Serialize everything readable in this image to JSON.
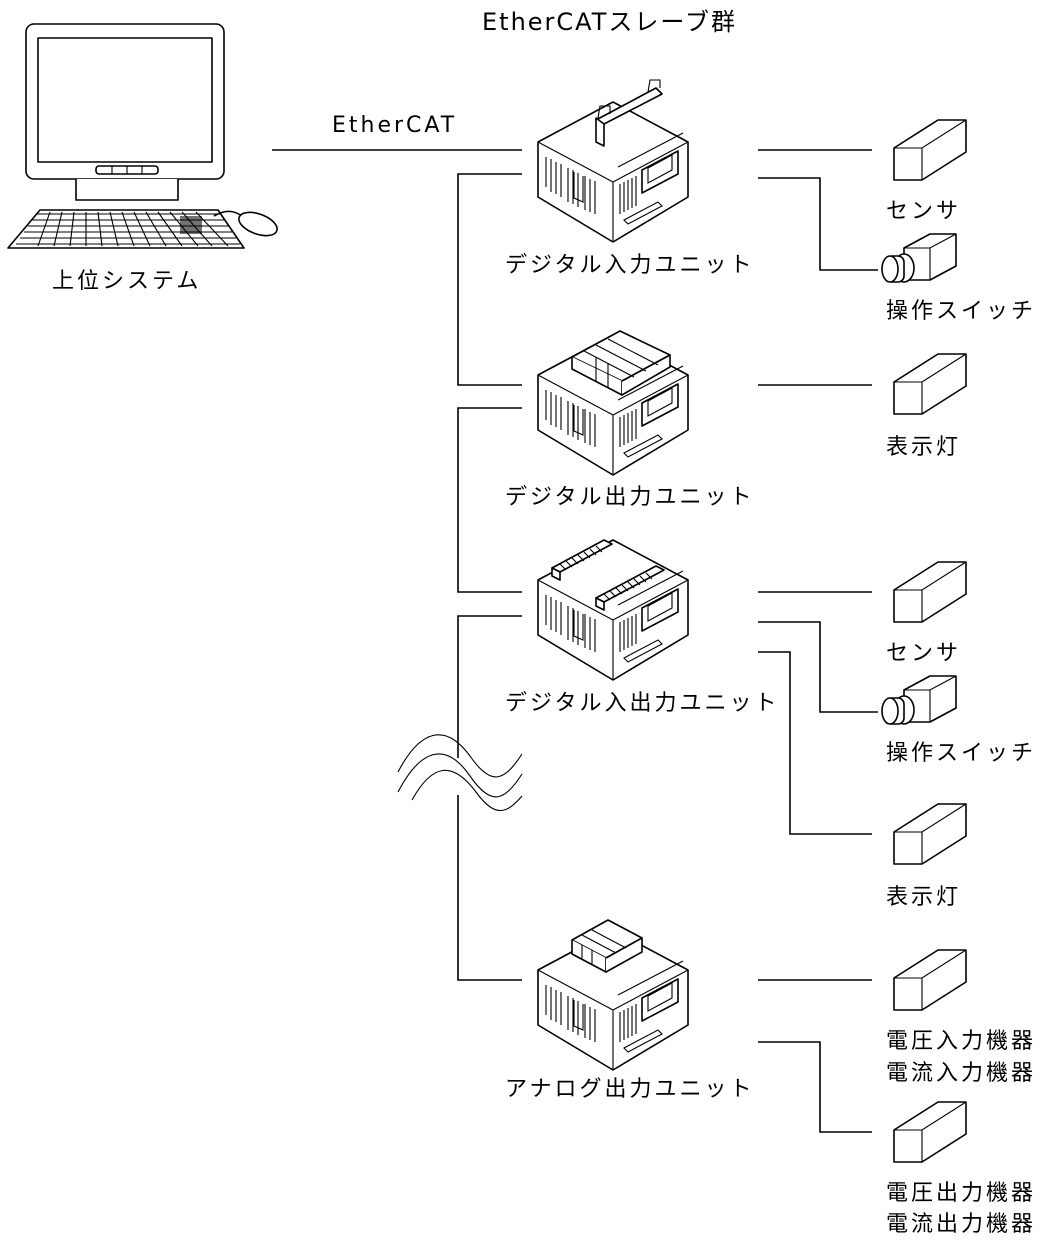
{
  "title": "EtherCATスレーブ群",
  "network": {
    "label": "EtherCAT"
  },
  "host": {
    "label": "上位システム"
  },
  "units": [
    {
      "label": "デジタル入力ユニット",
      "devices": [
        {
          "label": "センサ",
          "icon": "sensor-box"
        },
        {
          "label": "操作スイッチ",
          "icon": "operation-switch"
        }
      ]
    },
    {
      "label": "デジタル出力ユニット",
      "devices": [
        {
          "label": "表示灯",
          "icon": "indicator-box"
        }
      ]
    },
    {
      "label": "デジタル入出力ユニット",
      "devices": [
        {
          "label": "センサ",
          "icon": "sensor-box"
        },
        {
          "label": "操作スイッチ",
          "icon": "operation-switch"
        },
        {
          "label": "表示灯",
          "icon": "indicator-box"
        }
      ]
    },
    {
      "label": "アナログ出力ユニット",
      "devices": [
        {
          "label1": "電圧入力機器",
          "label2": "電流入力機器",
          "icon": "analog-device-box"
        },
        {
          "label1": "電圧出力機器",
          "label2": "電流出力機器",
          "icon": "analog-device-box"
        }
      ]
    }
  ]
}
